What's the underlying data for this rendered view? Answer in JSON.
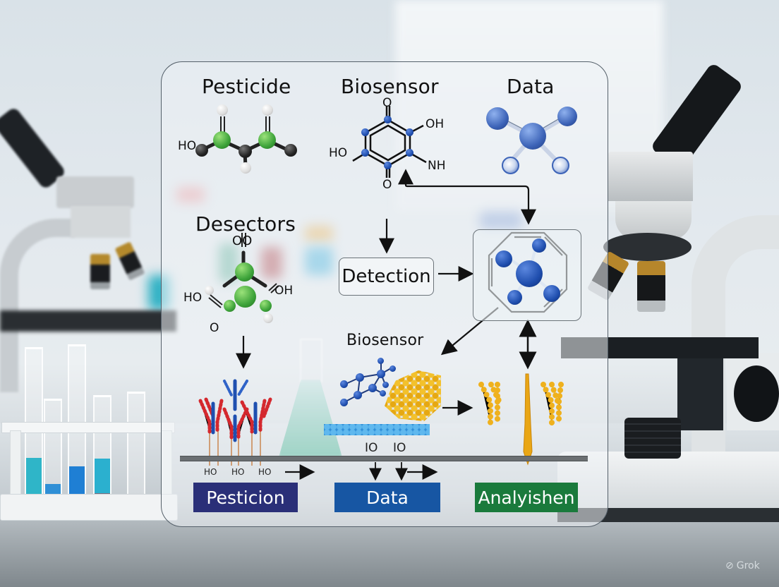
{
  "diagram": {
    "sections": {
      "pesticide_title": "Pesticide",
      "biosensor_title": "Biosensor",
      "data_title": "Data",
      "desectors_title": "Desectors",
      "detection_label": "Detection",
      "biosensor_lower_title": "Biosensor"
    },
    "molecule_labels": {
      "pesticide_ho": "HO",
      "biosensor_o_top": "O",
      "biosensor_oh": "OH",
      "biosensor_ho": "HO",
      "biosensor_nh": "NH",
      "biosensor_o_bottom": "O",
      "desectors_oo": "OO",
      "desectors_ho": "HO",
      "desectors_oh": "OH",
      "desectors_o": "O"
    },
    "membrane_labels": [
      "HO",
      "HO",
      "HO"
    ],
    "signal_labels": [
      "IO",
      "IO"
    ],
    "bottom_labels": [
      {
        "text": "Pesticion",
        "color": "#2a2f78"
      },
      {
        "text": "Data",
        "color": "#1756a3"
      },
      {
        "text": "Analyishen",
        "color": "#1a7a3c"
      }
    ],
    "colors": {
      "panel_border": "#55606a",
      "pesticide_atom": "#3da33a",
      "biosensor_atom": "#1f4eae",
      "antibody_red": "#d4282e",
      "antibody_blue": "#1e4fb0",
      "gold_particle": "#efb11d",
      "membrane_bead": "#3aa0e0"
    }
  },
  "watermark": {
    "text": "Grok"
  }
}
